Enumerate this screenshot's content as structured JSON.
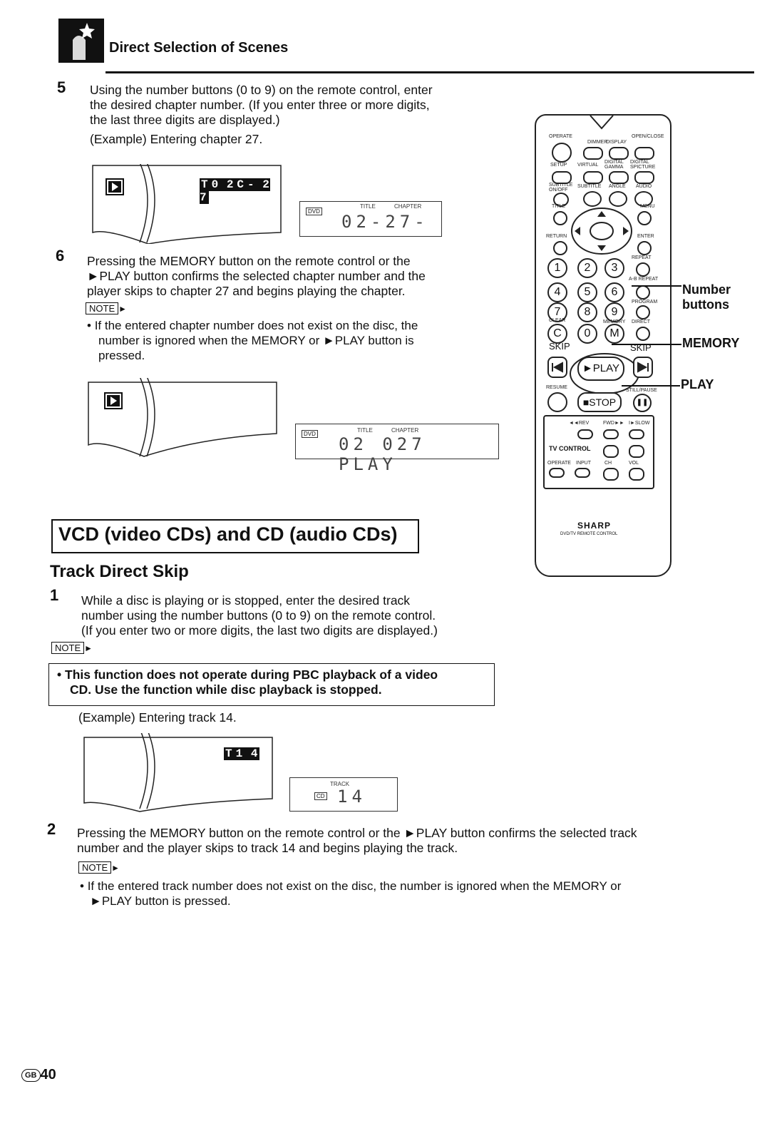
{
  "header": {
    "title": "Direct Selection of Scenes"
  },
  "step5": {
    "num": "5",
    "line1": "Using the number buttons (0 to 9) on the remote control, enter",
    "line2": "the desired chapter number. (If you enter three or more digits,",
    "line3": "the last three digits are displayed.)",
    "example": "(Example) Entering chapter 27."
  },
  "osd1": {
    "t": "T",
    "title_num": "0 2",
    "c": "C",
    "chapter": "- 2 7"
  },
  "lcd1": {
    "disc": "DVD",
    "title_lbl": "TITLE",
    "chapter_lbl": "CHAPTER",
    "digits": "02-27-"
  },
  "step6": {
    "num": "6",
    "line1": "Pressing the MEMORY button on the remote control or the",
    "line2": "►PLAY button confirms the selected chapter number and the",
    "line3": "player skips to chapter 27 and begins playing the chapter.",
    "note_label": "NOTE",
    "note1": "If the entered chapter number does not exist on the disc, the",
    "note2": "number is ignored when the MEMORY or ►PLAY button is",
    "note3": "pressed."
  },
  "lcd2": {
    "disc": "DVD",
    "title_lbl": "TITLE",
    "chapter_lbl": "CHAPTER",
    "digits": "02 027 PLAY"
  },
  "remote": {
    "brand": "SHARP",
    "model": "DVD/TV REMOTE CONTROL",
    "labels": {
      "operate": "OPERATE",
      "dimmer": "DIMMER",
      "display": "DISPLAY",
      "open_close": "OPEN/CLOSE",
      "setup": "SETUP",
      "virtual": "VIRTUAL",
      "digital_gamma": "DIGITAL GAMMA",
      "digital_picture": "DIGITAL SPICTURE",
      "subtitle_onoff": "SUBTITLE ON/OFF",
      "subtitle": "SUBTITLE",
      "angle": "ANGLE",
      "audio": "AUDIO",
      "title": "TITLE",
      "menu": "MENU",
      "return": "RETURN",
      "enter": "ENTER",
      "repeat": "REPEAT",
      "ab_repeat": "A-B REPEAT",
      "program": "PROGRAM",
      "clear": "CLEAR",
      "memory": "MEMORY",
      "direct": "DIRECT",
      "skip_back": "SKIP",
      "skip_fwd": "SKIP",
      "play": "►PLAY",
      "resume": "RESUME",
      "still_pause": "STILL/PAUSE",
      "stop": "■STOP",
      "rev": "◄◄REV",
      "fwd": "FWD►►",
      "slow": "I►SLOW",
      "tv_control": "TV CONTROL",
      "tv_operate": "OPERATE",
      "input": "INPUT",
      "ch": "CH",
      "vol": "VOL"
    },
    "numbers": [
      "1",
      "2",
      "3",
      "4",
      "5",
      "6",
      "7",
      "8",
      "9",
      "C",
      "0",
      "M"
    ]
  },
  "callouts": {
    "number_buttons_1": "Number",
    "number_buttons_2": "buttons",
    "memory": "MEMORY",
    "play": "PLAY"
  },
  "section": {
    "title": "VCD (video CDs) and CD (audio CDs)",
    "subhead": "Track Direct Skip"
  },
  "track_step1": {
    "num": "1",
    "line1": "While a disc is playing or is stopped, enter the desired track",
    "line2": "number using the number buttons (0 to 9) on the remote control.",
    "line3": "(If you enter two or more digits, the last two digits are displayed.)",
    "note_label": "NOTE",
    "boxed1": "This function does not operate during PBC playback of a video",
    "boxed2": "CD. Use the function while disc playback is stopped.",
    "example": "(Example) Entering track 14."
  },
  "osd3": {
    "t": "T",
    "track": "1 4"
  },
  "lcd3": {
    "disc": "CD",
    "track_lbl": "TRACK",
    "digits": "14"
  },
  "track_step2": {
    "num": "2",
    "line1": "Pressing the MEMORY button on the remote control or the ►PLAY button confirms the selected track",
    "line2": "number and the player skips to track 14 and begins playing the track.",
    "note_label": "NOTE",
    "note1": "If the entered track number does not exist on the disc, the number is ignored when the MEMORY or",
    "note2": "►PLAY button is pressed."
  },
  "footer": {
    "region": "GB",
    "page": "40"
  }
}
